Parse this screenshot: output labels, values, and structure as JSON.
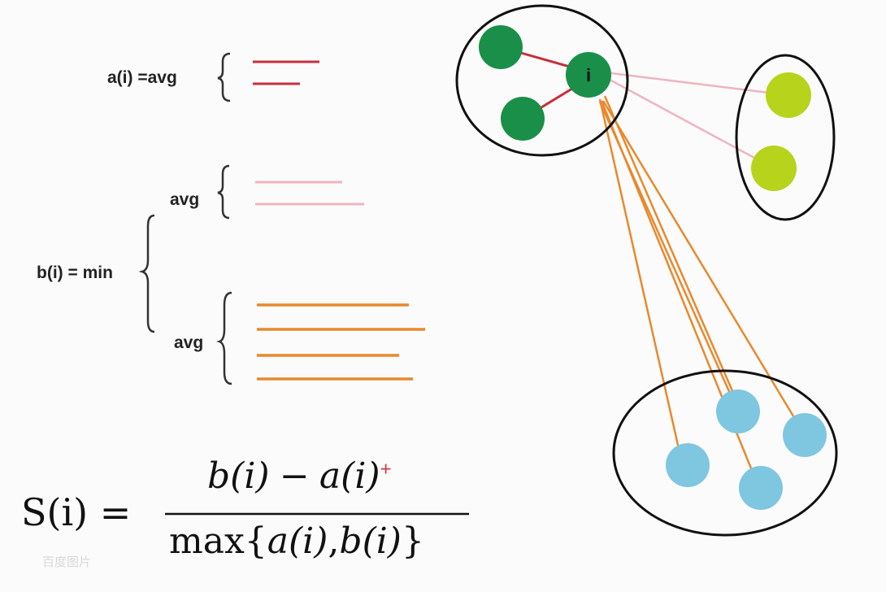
{
  "labels": {
    "a_def": "a(i)  =avg",
    "b_def": "b(i) = min",
    "avg_upper": "avg",
    "avg_lower": "avg"
  },
  "formula": {
    "lhs": "S(i)  =",
    "numerator_b": "b(i)",
    "numerator_minus": "−",
    "numerator_a": "a(i)",
    "plus": "+",
    "denominator_max": "max{",
    "denominator_a": "a(i)",
    "denominator_comma": ",",
    "denominator_b": "b(i)",
    "denominator_close": "}"
  },
  "node_label": "i",
  "watermark": "百度图片",
  "colors": {
    "same_cluster_line": "#c62f3a",
    "near_cluster_line": "#f0b3c0",
    "far_cluster_line": "#e8892e",
    "same_cluster_node": "#1a8f4a",
    "near_cluster_node": "#b8d31c",
    "far_cluster_node": "#7fc6e0"
  }
}
